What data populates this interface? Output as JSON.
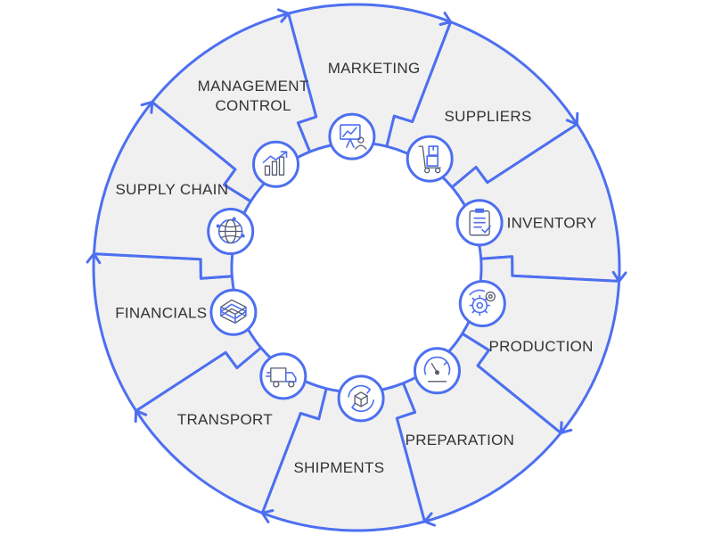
{
  "accent_color": "#4d6ff0",
  "segment_fill": "#f0f0f0",
  "segments": [
    {
      "key": "marketing",
      "lines": [
        "MARKETING"
      ],
      "icon": "presentation-board-icon"
    },
    {
      "key": "suppliers",
      "lines": [
        "SUPPLIERS"
      ],
      "icon": "hand-truck-boxes-icon"
    },
    {
      "key": "inventory",
      "lines": [
        "INVENTORY"
      ],
      "icon": "clipboard-checklist-icon"
    },
    {
      "key": "production",
      "lines": [
        "PRODUCTION"
      ],
      "icon": "gears-icon"
    },
    {
      "key": "preparation",
      "lines": [
        "PREPARATION"
      ],
      "icon": "stopwatch-gauge-icon"
    },
    {
      "key": "shipments",
      "lines": [
        "SHIPMENTS"
      ],
      "icon": "box-cycle-icon"
    },
    {
      "key": "transport",
      "lines": [
        "TRANSPORT"
      ],
      "icon": "delivery-truck-icon"
    },
    {
      "key": "financials",
      "lines": [
        "FINANCIALS"
      ],
      "icon": "money-stack-icon"
    },
    {
      "key": "supply-chain",
      "lines": [
        "SUPPLY CHAIN"
      ],
      "icon": "globe-network-icon"
    },
    {
      "key": "management-control",
      "lines": [
        "MANAGEMENT",
        "CONTROL"
      ],
      "icon": "growth-chart-icon"
    }
  ]
}
